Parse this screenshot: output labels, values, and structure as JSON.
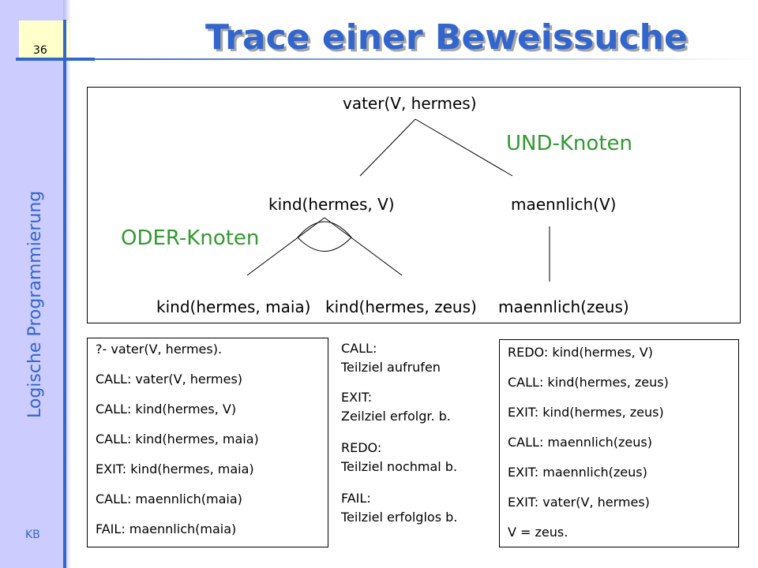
{
  "slide": {
    "page_number": "36",
    "side_label": "Logische Programmierung",
    "footer_label": "KB",
    "title": "Trace einer Beweissuche"
  },
  "tree": {
    "root": "vater(V, hermes)",
    "und_label": "UND-Knoten",
    "oder_label": "ODER-Knoten",
    "child_left": "kind(hermes, V)",
    "child_right": "maennlich(V)",
    "leaf_1": "kind(hermes, maia)",
    "leaf_2": "kind(hermes, zeus)",
    "leaf_3": "maennlich(zeus)"
  },
  "trace_left": [
    "?- vater(V, hermes).",
    "CALL: vater(V, hermes)",
    "CALL: kind(hermes, V)",
    "CALL: kind(hermes, maia)",
    "EXIT: kind(hermes, maia)",
    "CALL: maennlich(maia)",
    "FAIL: maennlich(maia)"
  ],
  "legend": [
    {
      "key": "CALL:",
      "desc": "Teilziel aufrufen"
    },
    {
      "key": "EXIT:",
      "desc": "Zeilziel erfolgr. b."
    },
    {
      "key": "REDO:",
      "desc": "Teilziel nochmal b."
    },
    {
      "key": "FAIL:",
      "desc": "Teilziel erfolglos b."
    }
  ],
  "trace_right": [
    "REDO: kind(hermes, V)",
    "CALL: kind(hermes, zeus)",
    "EXIT: kind(hermes, zeus)",
    "CALL: maennlich(zeus)",
    "EXIT: maennlich(zeus)",
    "EXIT: vater(V, hermes)",
    "V = zeus."
  ],
  "colors": {
    "accent": "#3366cc",
    "sidebar": "#ccccff",
    "knoten": "#339933"
  }
}
